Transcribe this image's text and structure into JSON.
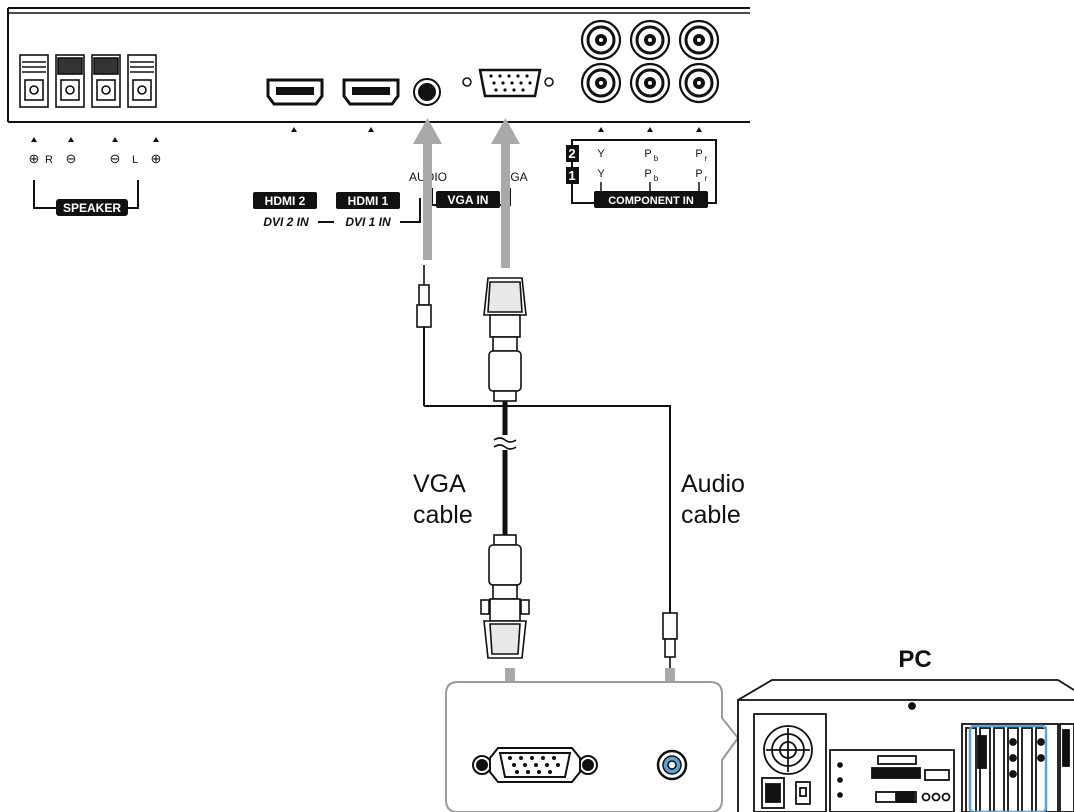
{
  "panel": {
    "speaker_label": "SPEAKER",
    "speaker_terminals": [
      "⊕",
      "R",
      "⊖",
      "⊖",
      "L",
      "⊕"
    ],
    "hdmi2_label": "HDMI 2",
    "hdmi1_label": "HDMI 1",
    "dvi2_label": "DVI 2 IN",
    "dvi1_label": "DVI 1 IN",
    "audio_label": "AUDIO",
    "vga_label": "VGA",
    "vga_in_label": "VGA IN",
    "component_label": "COMPONENT IN",
    "component_rows": [
      {
        "num": "2",
        "y": "Y",
        "pb": "P",
        "pb_sub": "b",
        "pr": "P",
        "pr_sub": "r"
      },
      {
        "num": "1",
        "y": "Y",
        "pb": "P",
        "pb_sub": "b",
        "pr": "P",
        "pr_sub": "r"
      }
    ]
  },
  "cables": {
    "vga_line1": "VGA",
    "vga_line2": "cable",
    "audio_line1": "Audio",
    "audio_line2": "cable"
  },
  "pc": {
    "label": "PC"
  },
  "colors": {
    "arrow": "#a9a9a9",
    "highlight": "#5ba3d0",
    "line": "#111111"
  }
}
